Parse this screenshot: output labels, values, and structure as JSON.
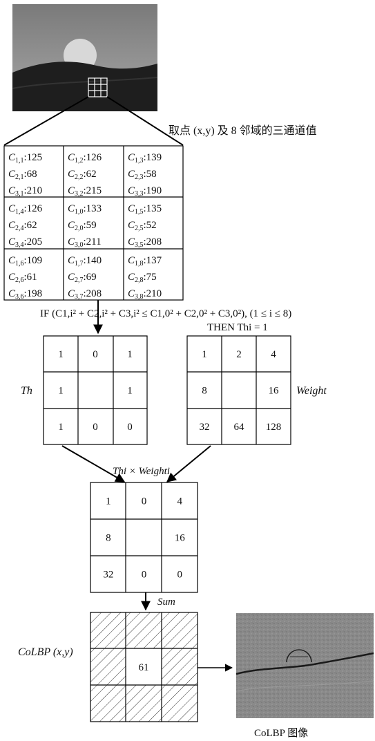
{
  "caption_extract": "取点 (x,y) 及 8 邻域的三通道值",
  "channel_grid": [
    [
      [
        "C1,1",
        "125"
      ],
      [
        "C2,1",
        "68"
      ],
      [
        "C3,1",
        "210"
      ]
    ],
    [
      [
        "C1,2",
        "126"
      ],
      [
        "C2,2",
        "62"
      ],
      [
        "C3,2",
        "215"
      ]
    ],
    [
      [
        "C1,3",
        "139"
      ],
      [
        "C2,3",
        "58"
      ],
      [
        "C3,3",
        "190"
      ]
    ],
    [
      [
        "C1,4",
        "126"
      ],
      [
        "C2,4",
        "62"
      ],
      [
        "C3,4",
        "205"
      ]
    ],
    [
      [
        "C1,0",
        "133"
      ],
      [
        "C2,0",
        "59"
      ],
      [
        "C3,0",
        "211"
      ]
    ],
    [
      [
        "C1,5",
        "135"
      ],
      [
        "C2,5",
        "52"
      ],
      [
        "C3,5",
        "208"
      ]
    ],
    [
      [
        "C1,6",
        "109"
      ],
      [
        "C2,6",
        "61"
      ],
      [
        "C3,6",
        "198"
      ]
    ],
    [
      [
        "C1,7",
        "140"
      ],
      [
        "C2,7",
        "69"
      ],
      [
        "C3,7",
        "208"
      ]
    ],
    [
      [
        "C1,8",
        "137"
      ],
      [
        "C2,8",
        "75"
      ],
      [
        "C3,8",
        "210"
      ]
    ]
  ],
  "condition_if": "IF (C1,i² + C2,i² + C3,i² ≤ C1,0² + C2,0² + C3,0²), (1 ≤ i ≤ 8)",
  "condition_then": "THEN Thi = 1",
  "th_label": "Th",
  "th_grid": [
    "1",
    "0",
    "1",
    "1",
    "",
    "1",
    "1",
    "0",
    "0"
  ],
  "weight_label": "Weight",
  "weight_grid": [
    "1",
    "2",
    "4",
    "8",
    "",
    "16",
    "32",
    "64",
    "128"
  ],
  "product_label": "Thi × Weighti",
  "product_grid": [
    "1",
    "0",
    "4",
    "8",
    "",
    "16",
    "32",
    "0",
    "0"
  ],
  "sum_label": "Sum",
  "colbp_label": "CoLBP (x,y)",
  "colbp_value": "61",
  "colbp_image_caption": "CoLBP 图像"
}
